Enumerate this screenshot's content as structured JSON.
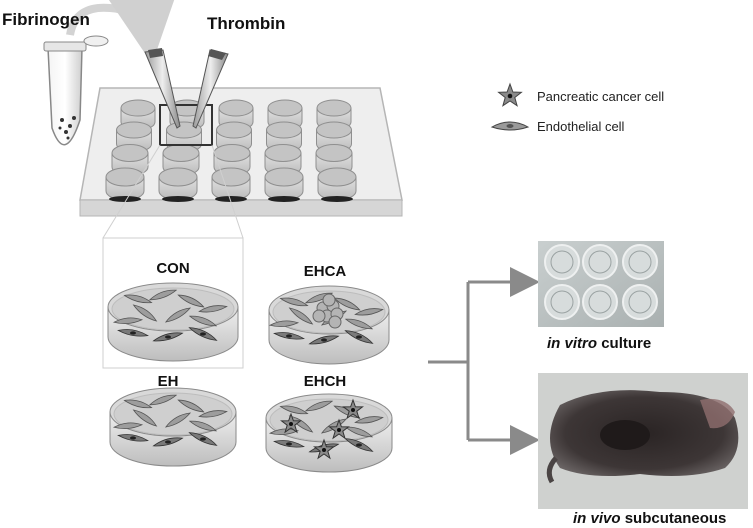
{
  "labels": {
    "fibrinogen": "Fibrinogen",
    "thrombin": "Thrombin"
  },
  "legend": [
    {
      "icon": "star-cell-icon",
      "label": "Pancreatic cancer cell"
    },
    {
      "icon": "spindle-cell-icon",
      "label": "Endothelial cell"
    }
  ],
  "dishes": [
    {
      "id": "con",
      "label": "CON"
    },
    {
      "id": "ehca",
      "label": "EHCA"
    },
    {
      "id": "eh",
      "label": "EH"
    },
    {
      "id": "ehch",
      "label": "EHCH"
    }
  ],
  "outcomes": {
    "in_vitro_italic": "in vitro",
    "in_vitro_rest": "culture",
    "in_vivo_italic": "in vivo",
    "in_vivo_rest": "subcutaneous"
  },
  "colors": {
    "plate": "#e9e9e9",
    "well": "#cfcfcf",
    "arrow": "#8a8a8a",
    "dish": "#d8d8d8"
  }
}
